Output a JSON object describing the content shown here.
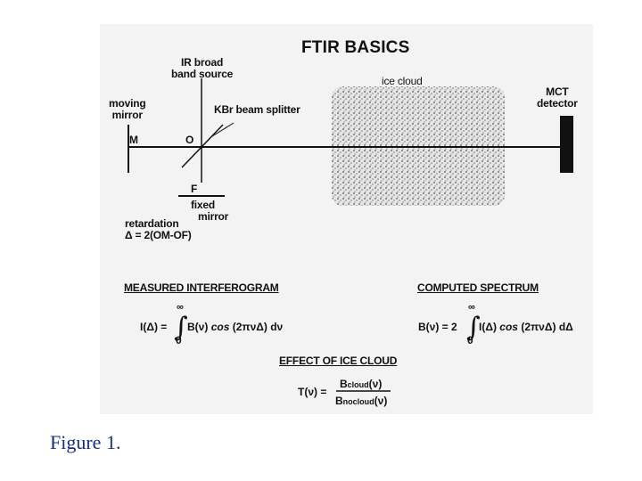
{
  "title": "FTIR BASICS",
  "labels": {
    "source": [
      "IR broad",
      "band source"
    ],
    "moving_mirror": [
      "moving",
      "mirror"
    ],
    "splitter": "KBr beam splitter",
    "ice_cloud": "ice cloud",
    "detector": [
      "MCT",
      "detector"
    ],
    "point_m": "M",
    "point_o": "O",
    "point_f": "F",
    "fixed_mirror": [
      "fixed",
      "mirror"
    ],
    "retardation": [
      "retardation",
      "Δ = 2(OM-OF)"
    ]
  },
  "sections": {
    "measured": "MEASURED INTERFEROGRAM",
    "computed": "COMPUTED SPECTRUM",
    "effect": "EFFECT OF ICE CLOUD"
  },
  "equations": {
    "interferogram": {
      "lhs": "I(Δ) =",
      "upper": "∞",
      "lower": "0",
      "integrand_a": "B(ν)",
      "cos": "cos",
      "integrand_b": "(2πνΔ) dν"
    },
    "spectrum": {
      "lhs": "B(ν) = 2",
      "upper": "∞",
      "lower": "0",
      "integrand_a": "I(Δ)",
      "cos": "cos",
      "integrand_b": "(2πνΔ) dΔ"
    },
    "transmission": {
      "lhs": "T(ν) =",
      "num_main": "B",
      "num_sub": "cloud",
      "num_arg": "(ν)",
      "den_main": "B",
      "den_sub": "nocloud",
      "den_arg": "(ν)"
    }
  },
  "caption": "Figure 1."
}
